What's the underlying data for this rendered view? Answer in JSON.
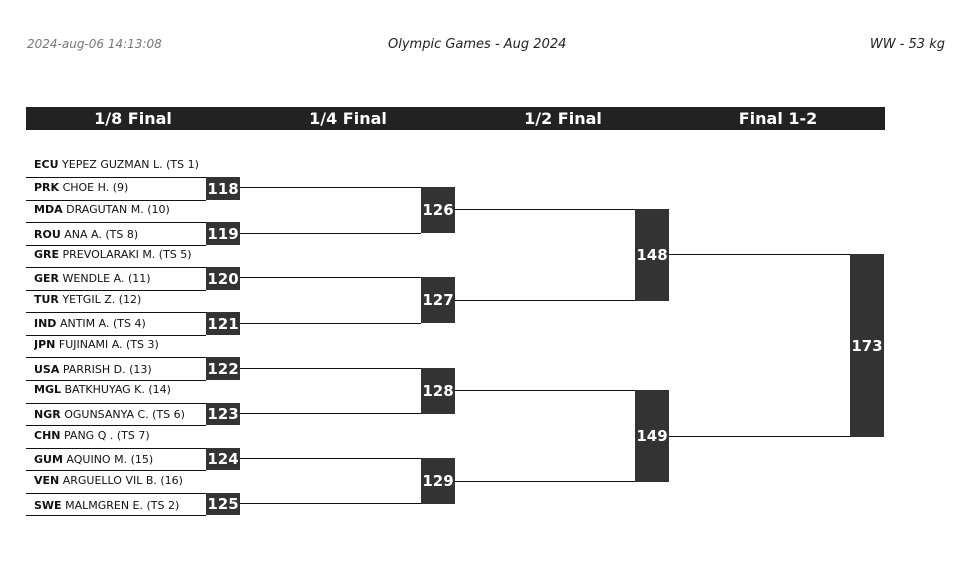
{
  "header": {
    "timestamp": "2024-aug-06 14:13:08",
    "event": "Olympic Games - Aug 2024",
    "category": "WW - 53 kg"
  },
  "rounds": [
    "1/8 Final",
    "1/4 Final",
    "1/2 Final",
    "Final 1-2"
  ],
  "entries": [
    {
      "noc": "ECU",
      "name": "YEPEZ GUZMAN L. (TS 1)"
    },
    {
      "noc": "PRK",
      "name": "CHOE H. (9)"
    },
    {
      "noc": "MDA",
      "name": "DRAGUTAN M. (10)"
    },
    {
      "noc": "ROU",
      "name": "ANA A. (TS 8)"
    },
    {
      "noc": "GRE",
      "name": "PREVOLARAKI M. (TS 5)"
    },
    {
      "noc": "GER",
      "name": "WENDLE A. (11)"
    },
    {
      "noc": "TUR",
      "name": "YETGIL Z. (12)"
    },
    {
      "noc": "IND",
      "name": "ANTIM A. (TS 4)"
    },
    {
      "noc": "JPN",
      "name": "FUJINAMI A. (TS 3)"
    },
    {
      "noc": "USA",
      "name": "PARRISH D. (13)"
    },
    {
      "noc": "MGL",
      "name": "BATKHUYAG K. (14)"
    },
    {
      "noc": "NGR",
      "name": "OGUNSANYA C. (TS 6)"
    },
    {
      "noc": "CHN",
      "name": "PANG Q . (TS 7)"
    },
    {
      "noc": "GUM",
      "name": "AQUINO M. (15)"
    },
    {
      "noc": "VEN",
      "name": "ARGUELLO VIL B. (16)"
    },
    {
      "noc": "SWE",
      "name": "MALMGREN E. (TS 2)"
    }
  ],
  "bouts": {
    "r16": [
      "118",
      "119",
      "120",
      "121",
      "122",
      "123",
      "124",
      "125"
    ],
    "qf": [
      "126",
      "127",
      "128",
      "129"
    ],
    "sf": [
      "148",
      "149"
    ],
    "final": "173"
  }
}
